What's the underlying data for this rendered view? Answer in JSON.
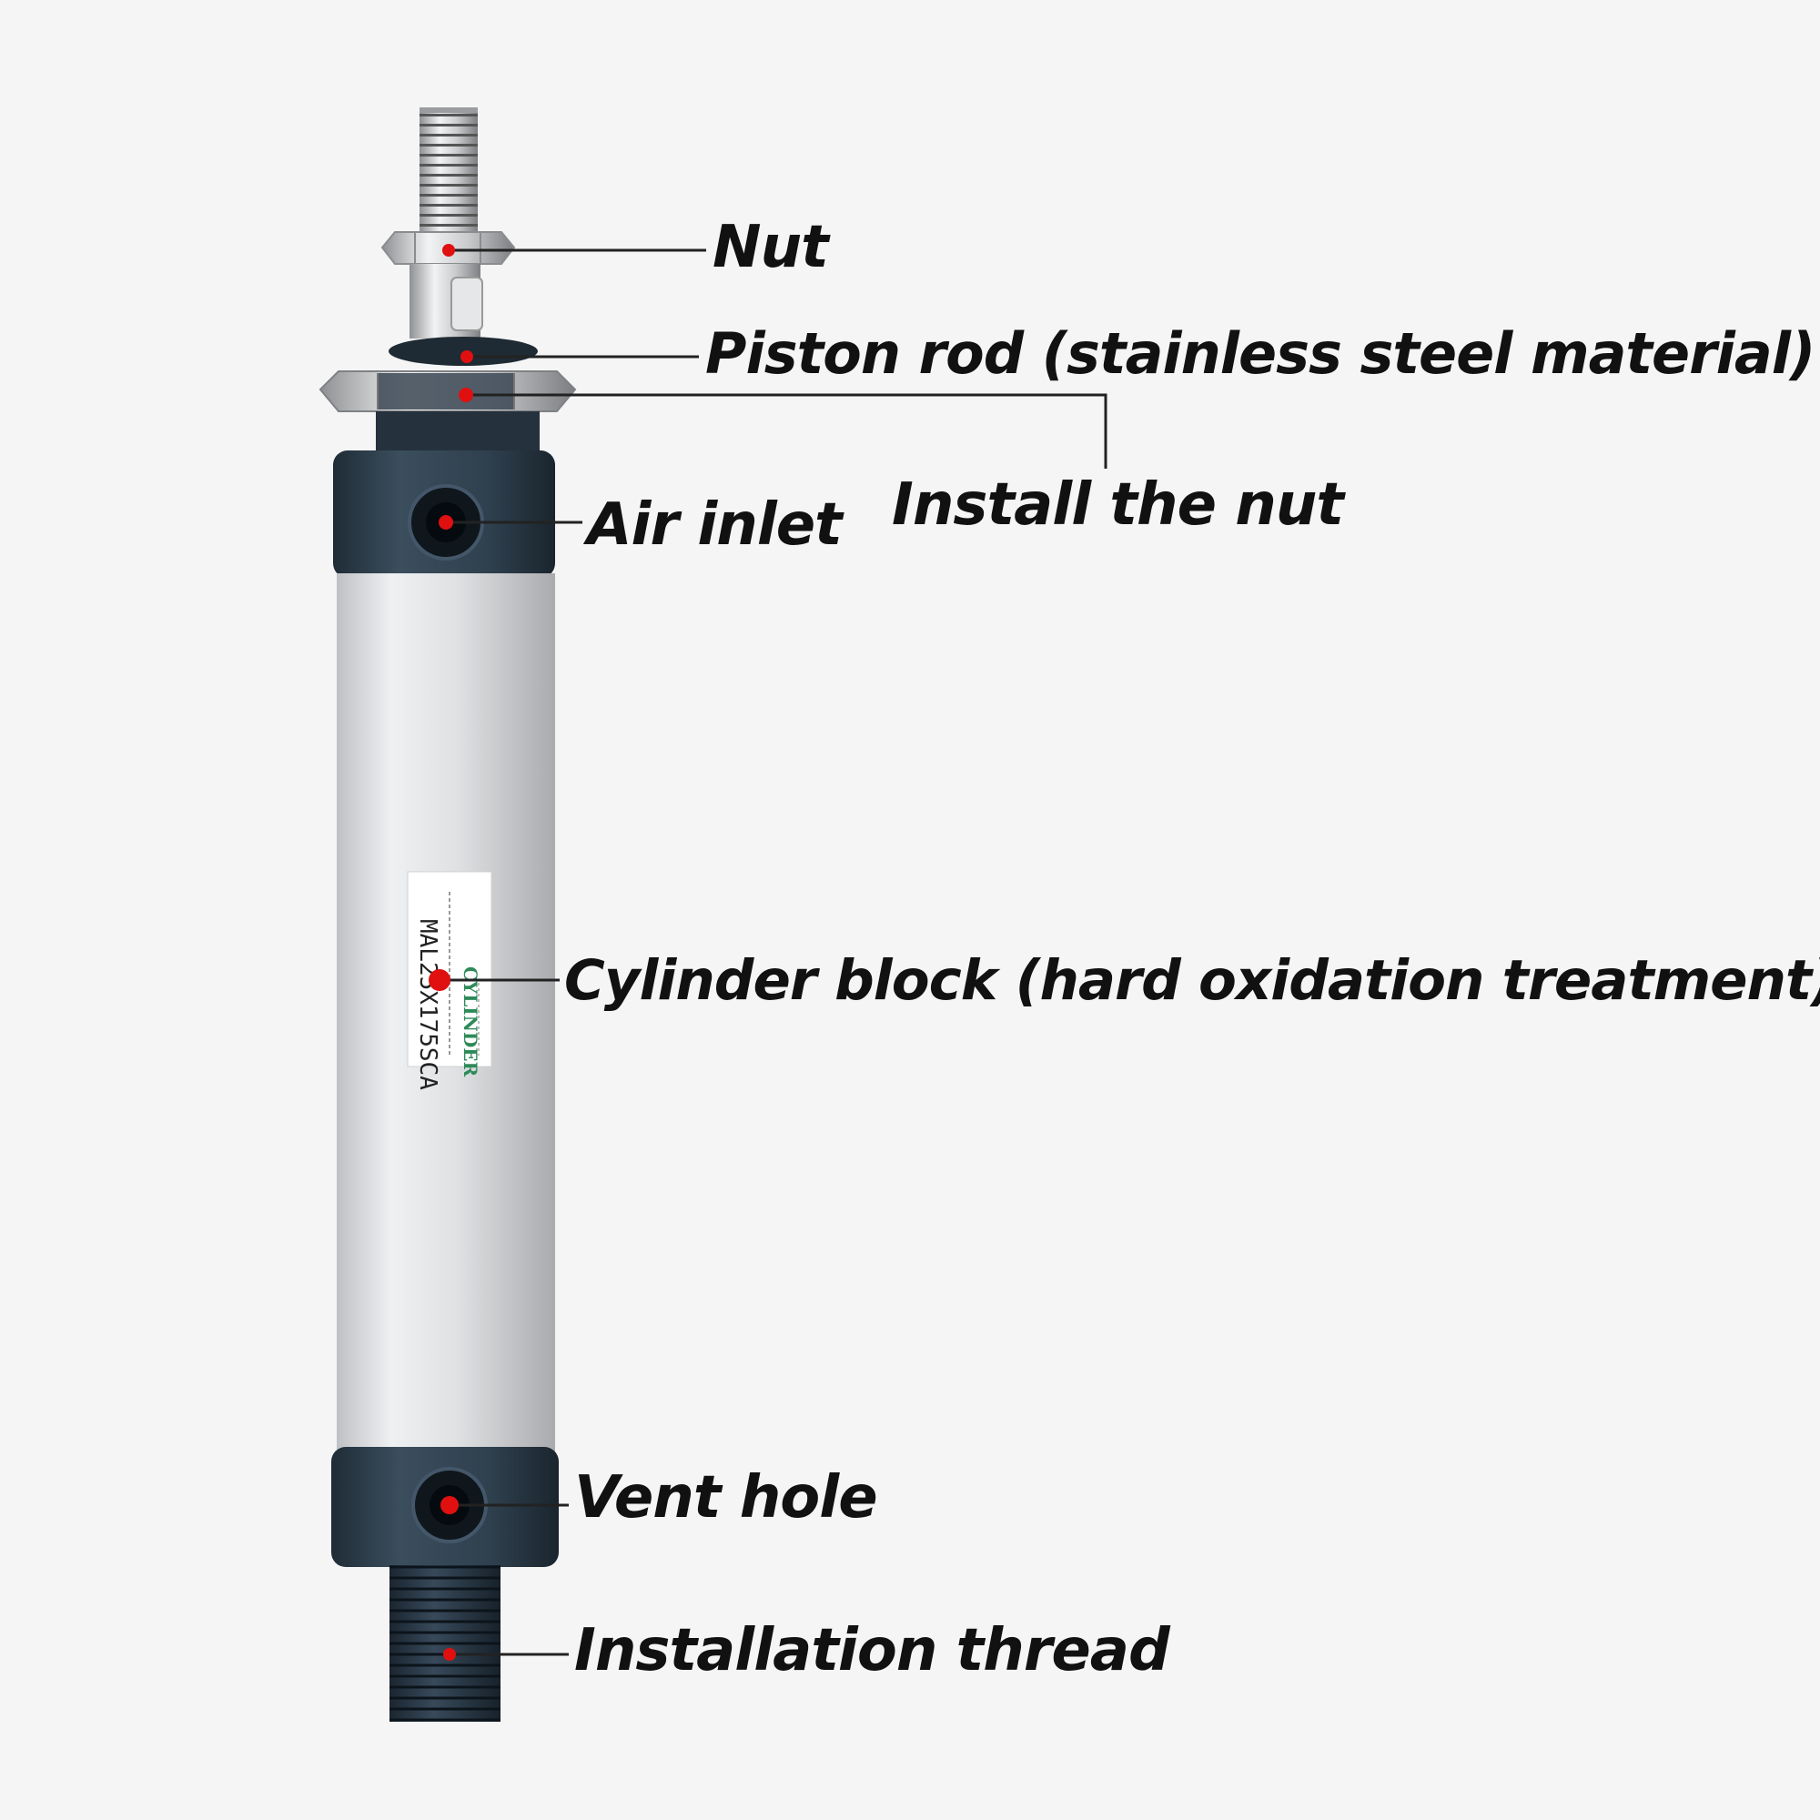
{
  "labels": {
    "nut": "Nut",
    "piston_rod": "Piston rod (stainless steel material)",
    "install_nut": "Install the nut",
    "air_inlet": "Air inlet",
    "cylinder_block": "Cylinder block (hard oxidation treatment)",
    "vent_hole": "Vent hole",
    "installation_thread": "Installation thread"
  },
  "product_label": {
    "model": "MAL25X175SCA",
    "brand": "CYLINDER"
  },
  "colors": {
    "background": "#f5f5f5",
    "marker": "#e01010",
    "end_cap": "#2c3e4c",
    "barrel": "#d9dadc",
    "leader_line": "#222222"
  }
}
